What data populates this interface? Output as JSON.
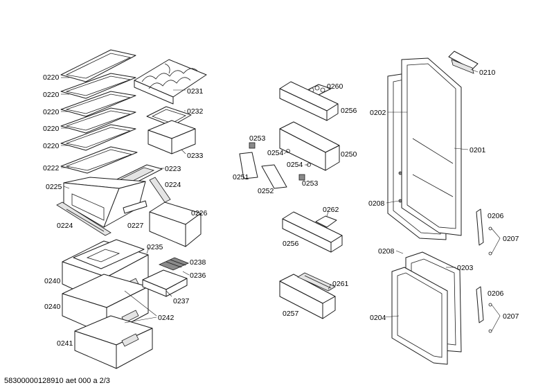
{
  "labels": {
    "l0220a": "0220",
    "l0220b": "0220",
    "l0220c": "0220",
    "l0220d": "0220",
    "l0220e": "0220",
    "l0222": "0222",
    "l0225": "0225",
    "l0224a": "0224",
    "l0224b": "0224",
    "l0223": "0223",
    "l0227": "0227",
    "l0226": "0226",
    "l0231": "0231",
    "l0232": "0232",
    "l0233": "0233",
    "l0235": "0235",
    "l0238": "0238",
    "l0236": "0236",
    "l0237": "0237",
    "l0240a": "0240",
    "l0240b": "0240",
    "l0242": "0242",
    "l0241": "0241",
    "l0260": "0260",
    "l0256a": "0256",
    "l0253a": "0253",
    "l0254a": "0254",
    "l0250": "0250",
    "l0254b": "0254",
    "l0251": "0251",
    "l0252": "0252",
    "l0253b": "0253",
    "l0262": "0262",
    "l0256b": "0256",
    "l0261": "0261",
    "l0257": "0257",
    "l0210": "0210",
    "l0202": "0202",
    "l0201": "0201",
    "l0208a": "0208",
    "l0206a": "0206",
    "l0207a": "0207",
    "l0208b": "0208",
    "l0203": "0203",
    "l0206b": "0206",
    "l0207b": "0207",
    "l0204": "0204"
  },
  "footer": {
    "doc_id": "58300000128910 aet 000 a 2/3"
  }
}
